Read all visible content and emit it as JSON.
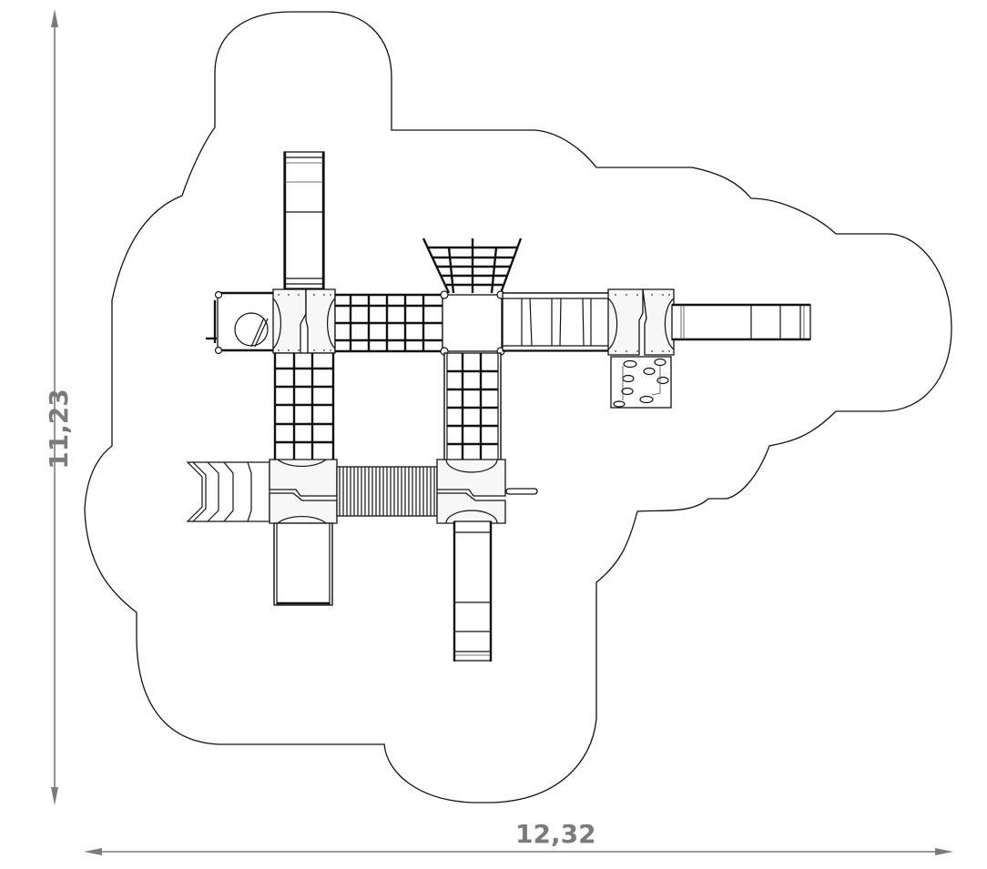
{
  "drawing": {
    "title": "Playground layout plan view",
    "dimensions": {
      "width": {
        "label": "12,32",
        "value": 12.32,
        "orientation": "horizontal"
      },
      "height": {
        "label": "11,23",
        "value": 11.23,
        "orientation": "vertical"
      }
    },
    "colors": {
      "line": "#111111",
      "dimension": "#7b7b7b",
      "background": "#ffffff"
    },
    "components": [
      {
        "name": "safety-zone-outline",
        "type": "outline"
      },
      {
        "name": "straight-slide-north",
        "type": "slide"
      },
      {
        "name": "tower-west-hex-roof",
        "type": "platform"
      },
      {
        "name": "round-window-panel",
        "type": "panel"
      },
      {
        "name": "net-bridge-north",
        "type": "net-bridge"
      },
      {
        "name": "central-platform",
        "type": "platform"
      },
      {
        "name": "cargo-net-climber",
        "type": "net-climber"
      },
      {
        "name": "plank-bridge-east",
        "type": "bridge"
      },
      {
        "name": "tower-east",
        "type": "platform"
      },
      {
        "name": "straight-slide-east",
        "type": "slide"
      },
      {
        "name": "rock-climbing-wall",
        "type": "climbing-wall"
      },
      {
        "name": "net-bridge-west-vertical",
        "type": "net-bridge"
      },
      {
        "name": "net-bridge-center-vertical",
        "type": "net-bridge"
      },
      {
        "name": "tower-southwest",
        "type": "platform"
      },
      {
        "name": "spiral-slide-west",
        "type": "slide"
      },
      {
        "name": "tube-crawl-tunnel",
        "type": "tunnel"
      },
      {
        "name": "tower-south",
        "type": "platform"
      },
      {
        "name": "wide-slide-south",
        "type": "slide"
      },
      {
        "name": "straight-slide-south",
        "type": "slide"
      },
      {
        "name": "fireman-pole-bar",
        "type": "bar"
      }
    ]
  }
}
